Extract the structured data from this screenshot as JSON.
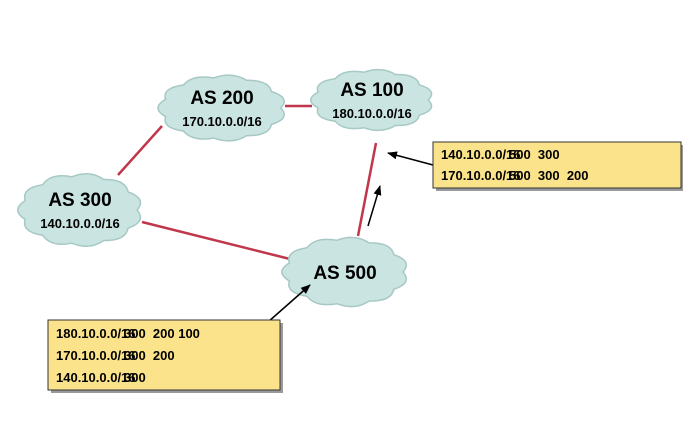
{
  "colors": {
    "cloud_fill": "#c9e4e1",
    "cloud_stroke": "#a7c9c5",
    "link": "#c0364a",
    "table_fill": "#fbe38b",
    "table_stroke": "#333333",
    "arrow": "#000000"
  },
  "nodes": [
    {
      "id": "as200",
      "name": "AS 200",
      "prefix": "170.10.0.0/16"
    },
    {
      "id": "as100",
      "name": "AS 100",
      "prefix": "180.10.0.0/16"
    },
    {
      "id": "as300",
      "name": "AS 300",
      "prefix": "140.10.0.0/16"
    },
    {
      "id": "as500",
      "name": "AS 500",
      "prefix": ""
    }
  ],
  "links": [
    {
      "from": "as200",
      "to": "as100"
    },
    {
      "from": "as200",
      "to": "as300"
    },
    {
      "from": "as300",
      "to": "as500"
    },
    {
      "from": "as500",
      "to": "as100"
    }
  ],
  "tables": [
    {
      "id": "as100-table",
      "rows": [
        {
          "prefix": "140.10.0.0/16",
          "path": "500  300"
        },
        {
          "prefix": "170.10.0.0/16",
          "path": "500  300  200"
        }
      ]
    },
    {
      "id": "as500-table",
      "rows": [
        {
          "prefix": "180.10.0.0/16",
          "path": "300  200 100"
        },
        {
          "prefix": "170.10.0.0/16",
          "path": "300  200"
        },
        {
          "prefix": "140.10.0.0/16",
          "path": "300"
        }
      ]
    }
  ]
}
